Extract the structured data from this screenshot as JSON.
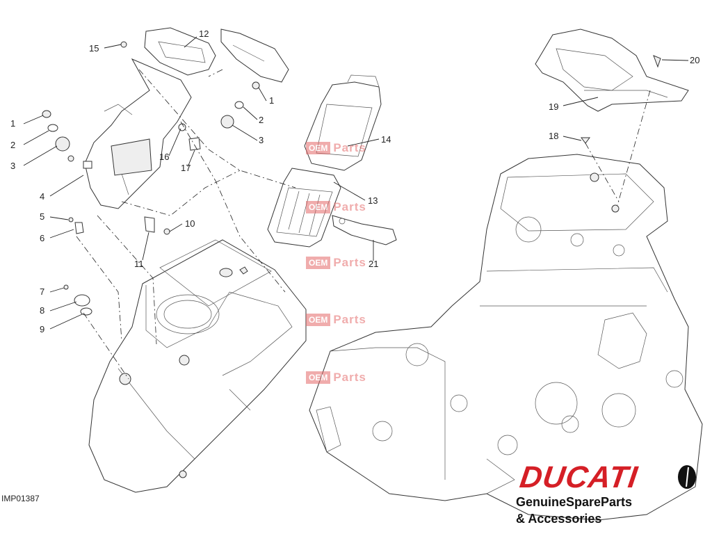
{
  "drawing_code": "IMP01387",
  "callouts": [
    "1",
    "2",
    "3",
    "4",
    "5",
    "6",
    "7",
    "8",
    "9",
    "10",
    "11",
    "12",
    "13",
    "14",
    "15",
    "16",
    "17",
    "18",
    "19",
    "20",
    "21",
    "1",
    "2",
    "3"
  ],
  "watermark": {
    "oem": "OEM",
    "parts": "Parts"
  },
  "brand": {
    "name": "DUCATI",
    "line1": "GenuineSpareParts",
    "line2": "& Accessories",
    "color": "#d51f26"
  }
}
